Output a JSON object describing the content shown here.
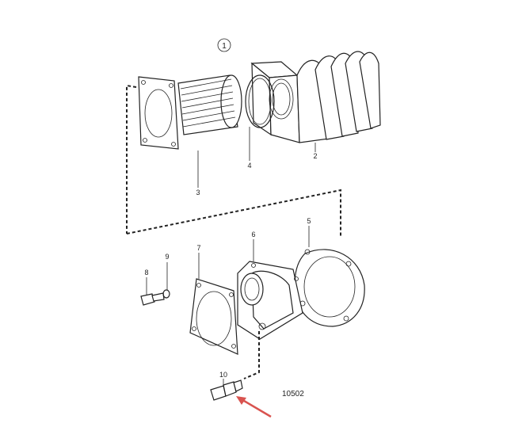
{
  "diagram": {
    "group_marker": "1",
    "figure_number": "10502",
    "part_labels": [
      "2",
      "3",
      "4",
      "5",
      "6",
      "7",
      "8",
      "9",
      "10"
    ],
    "arrow_color": "#d9534f"
  }
}
